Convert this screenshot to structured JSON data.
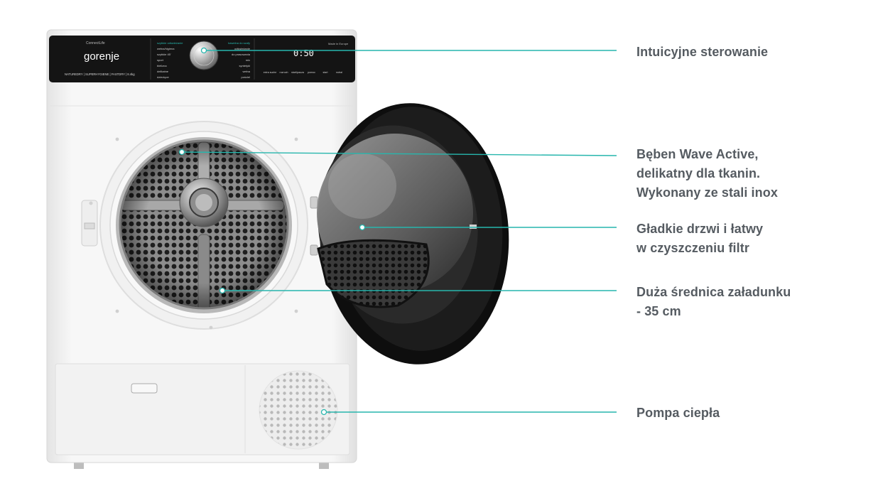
{
  "product": {
    "brand": "gorenje",
    "connectivity_label": "ConnectLife",
    "feature_strip": "NATUREDRY  |  SUPERHYGIENE  |  FASTDRY  |  8.4kg",
    "display_time": "0:50",
    "origin_label": "Made in Europe"
  },
  "program_labels_left": [
    "szybkie odświeżanie",
    "wełna/higiena",
    "szybkie 45'",
    "sport",
    "bielizna",
    "delikatne",
    "dziecięce"
  ],
  "program_labels_right": [
    "bawełna do szafy",
    "odświeżanie",
    "do prasowania",
    "mix",
    "syntetyki",
    "wełna",
    "pościel"
  ],
  "panel_buttons": [
    "extra suche",
    "rozruch",
    "start/pauza",
    "pomoc",
    "start",
    "nutral"
  ],
  "callouts": {
    "controls": [
      "Intuicyjne sterowanie"
    ],
    "drum": [
      "Bęben Wave Active,",
      "delikatny dla tkanin.",
      "Wykonany ze stali inox"
    ],
    "door": [
      "Gładkie drzwi i łatwy",
      "w czyszczeniu filtr"
    ],
    "opening": [
      "Duża średnica załadunku",
      "- 35 cm"
    ],
    "heatpump": [
      "Pompa ciepła"
    ]
  },
  "colors": {
    "leader_line": "#27b6ad",
    "callout_text": "#555b61",
    "panel": "#141414",
    "body": "#f6f6f6",
    "door": "#111111"
  }
}
